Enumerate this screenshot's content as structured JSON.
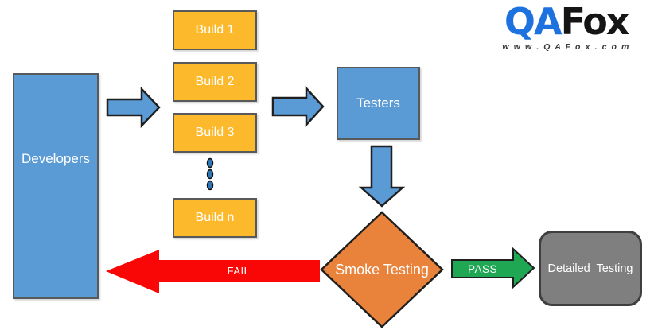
{
  "logo": {
    "brand_prefix": "QA",
    "brand_suffix": "Fox",
    "website": "w w w . Q A F o x . c o m"
  },
  "nodes": {
    "developers": {
      "label": "Developers",
      "fill": "#5B9BD5"
    },
    "builds": [
      {
        "label": "Build 1",
        "fill": "#FCB92C"
      },
      {
        "label": "Build 2",
        "fill": "#FCB92C"
      },
      {
        "label": "Build 3",
        "fill": "#FCB92C"
      },
      {
        "label": "Build n",
        "fill": "#FCB92C"
      }
    ],
    "testers": {
      "label": "Testers",
      "fill": "#5B9BD5"
    },
    "smoke_testing": {
      "label": "Smoke Testing",
      "fill": "#E9833C"
    },
    "detailed_testing": {
      "label": "Detailed  Testing",
      "fill": "#7F7F7F"
    }
  },
  "arrows": {
    "developers_to_builds": {
      "fill": "#5B9BD5"
    },
    "builds_to_testers": {
      "fill": "#5B9BD5"
    },
    "testers_to_smoke": {
      "fill": "#5B9BD5"
    },
    "fail": {
      "label": "FAIL",
      "fill": "#F90606"
    },
    "pass": {
      "label": "PASS",
      "fill": "#1FA753"
    }
  },
  "colors": {
    "logo_prefix": "#1D72DF",
    "logo_suffix": "#151515",
    "website_text": "#3A3A3A",
    "node_text": "#FFFFFF",
    "box_border": "#58595B",
    "shape_outline": "#1F1F1F",
    "ellipsis_dot": "#2E75B6",
    "background": "#FFFFFF"
  }
}
